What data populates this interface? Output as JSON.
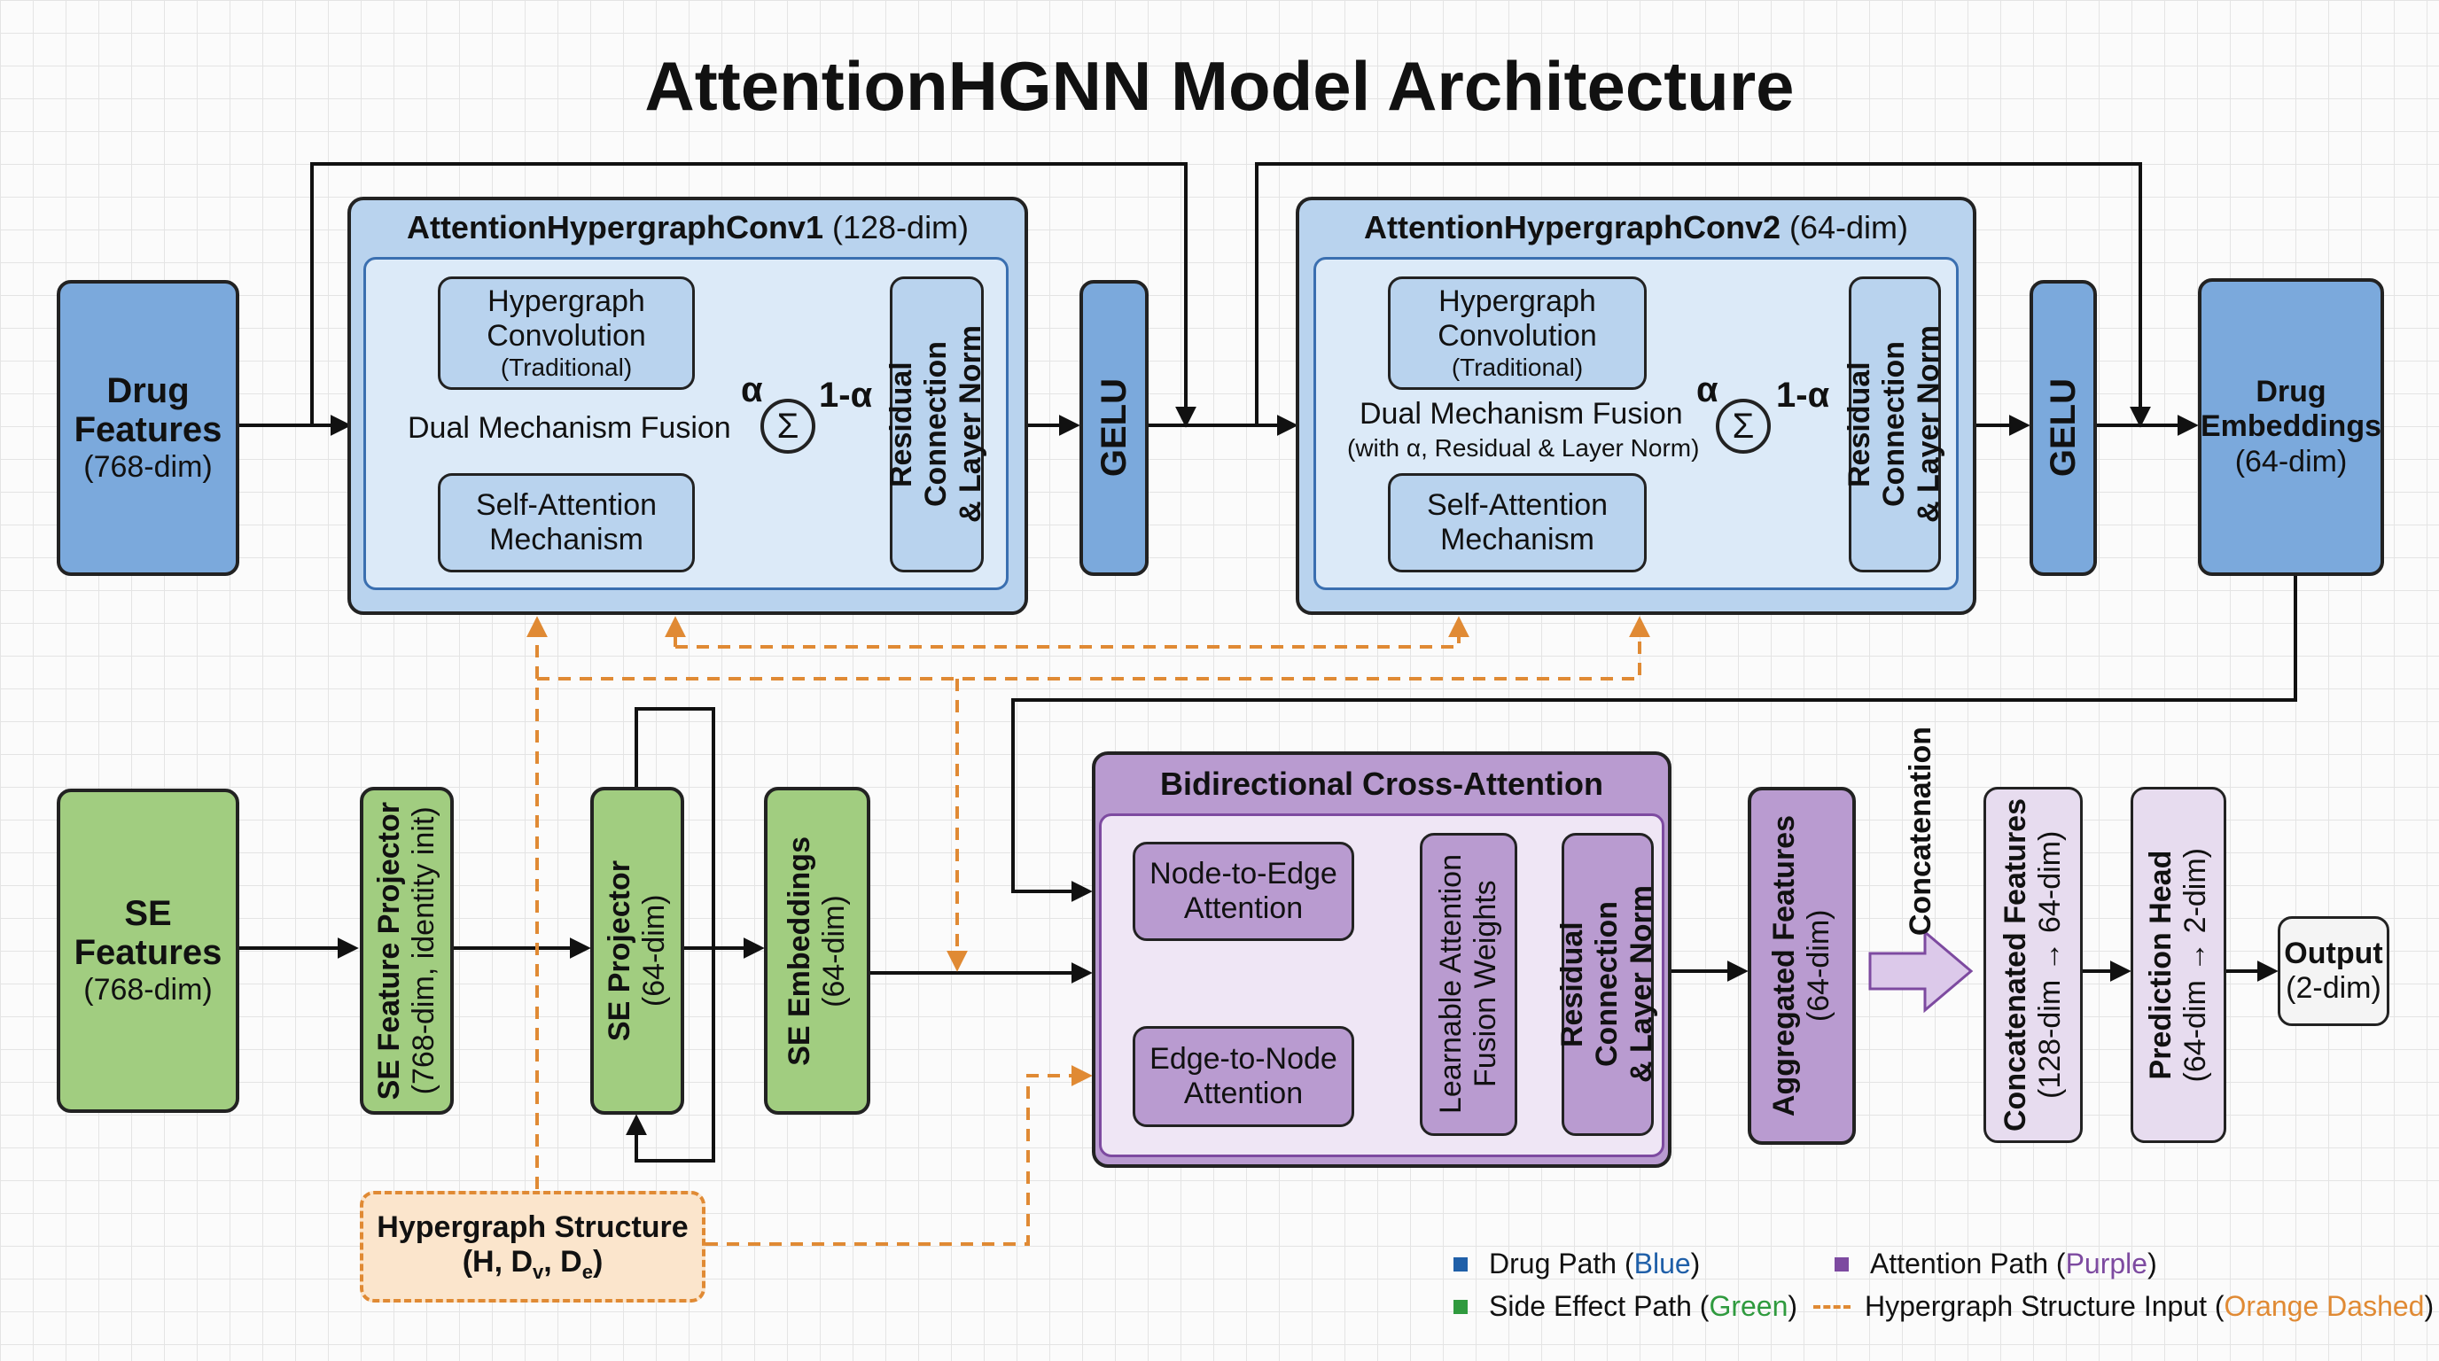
{
  "title": "AttentionHGNN Model Architecture",
  "colors": {
    "drug": "#7ba9dc",
    "side_effect": "#a1cd80",
    "attention": "#b99bd0",
    "hypergraph": "#e08a34"
  },
  "drug_features": {
    "line1": "Drug",
    "line2": "Features",
    "dim": "(768-dim)"
  },
  "conv1": {
    "title": "AttentionHypergraphConv1",
    "dim": "(128-dim)",
    "hyperconv": {
      "line1": "Hypergraph",
      "line2": "Convolution",
      "line3": "(Traditional)"
    },
    "fusion": "Dual Mechanism Fusion",
    "self_attention": {
      "line1": "Self-Attention",
      "line2": "Mechanism"
    },
    "alpha": "α",
    "one_minus_alpha": "1-α",
    "sigma": "Σ",
    "residual": {
      "line1": "Residual Connection",
      "line2": "& Layer Norm"
    }
  },
  "gelu1": "GELU",
  "conv2": {
    "title": "AttentionHypergraphConv2",
    "dim": "(64-dim)",
    "hyperconv": {
      "line1": "Hypergraph",
      "line2": "Convolution",
      "line3": "(Traditional)"
    },
    "fusion": "Dual Mechanism Fusion",
    "fusion_sub": "(with α, Residual & Layer Norm)",
    "self_attention": {
      "line1": "Self-Attention",
      "line2": "Mechanism"
    },
    "alpha": "α",
    "one_minus_alpha": "1-α",
    "sigma": "Σ",
    "residual": {
      "line1": "Residual Connection",
      "line2": "& Layer Norm"
    }
  },
  "gelu2": "GELU",
  "drug_embeddings": {
    "line1": "Drug",
    "line2": "Embeddings",
    "dim": "(64-dim)"
  },
  "se_features": {
    "line1": "SE",
    "line2": "Features",
    "dim": "(768-dim)"
  },
  "se_feature_projector": {
    "line1": "SE Feature Projector",
    "line2": "(768-dim, identity init)"
  },
  "se_projector": {
    "line1": "SE Projector",
    "line2": "(64-dim)"
  },
  "se_embeddings": {
    "line1": "SE Embeddings",
    "line2": "(64-dim)"
  },
  "cross_attention": {
    "title": "Bidirectional Cross-Attention",
    "node_to_edge": {
      "line1": "Node-to-Edge",
      "line2": "Attention"
    },
    "edge_to_node": {
      "line1": "Edge-to-Node",
      "line2": "Attention"
    },
    "fusion_weights": {
      "line1": "Learnable Attention",
      "line2": "Fusion Weights"
    },
    "residual": {
      "line1": "Residual Connection",
      "line2": "& Layer Norm"
    }
  },
  "aggregated": {
    "line1": "Aggregated Features",
    "line2": "(64-dim)"
  },
  "concatenation": "Concatenation",
  "concatenated": {
    "line1": "Concatenated Features",
    "line2": "(128-dim → 64-dim)"
  },
  "prediction_head": {
    "line1": "Prediction Head",
    "line2": "(64-dim → 2-dim)"
  },
  "output": {
    "line1": "Output",
    "line2": "(2-dim)"
  },
  "hypergraph_structure": {
    "line1": "Hypergraph Structure",
    "line2_prefix": "(H, D",
    "sub_v": "v",
    "sep": ", D",
    "sub_e": "e",
    "close": ")"
  },
  "legend": {
    "drug_path": "Drug Path (",
    "drug_color_word": "Blue",
    "close1": ")",
    "attention_path": "Attention Path (",
    "attention_color_word": "Purple",
    "close2": ")",
    "se_path": "Side Effect Path (",
    "se_color_word": "Green",
    "close3": ")",
    "hyper_input": "Hypergraph Structure Input (",
    "hyper_color_word": "Orange Dashed",
    "close4": ")"
  }
}
